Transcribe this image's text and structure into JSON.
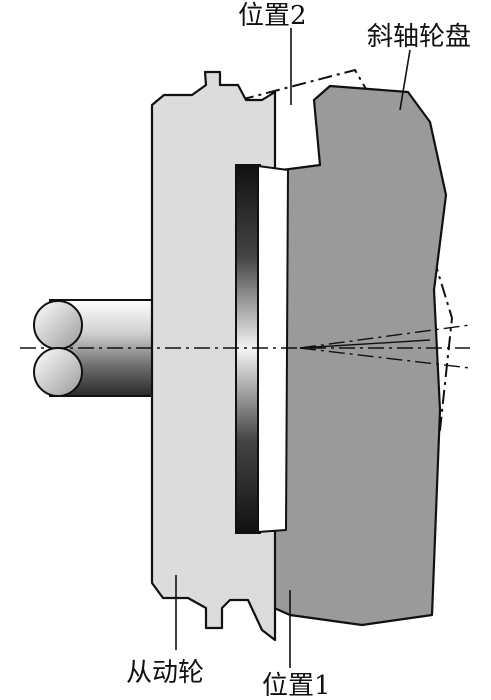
{
  "labels": {
    "position_2": "位置2",
    "swashplate": "斜轴轮盘",
    "driven_wheel": "从动轮",
    "position_1": "位置1"
  },
  "colors": {
    "driven_wheel_fill": "#dcdcdc",
    "swashplate_fill": "#9a9a9a",
    "outline": "#111111",
    "background": "#ffffff"
  }
}
